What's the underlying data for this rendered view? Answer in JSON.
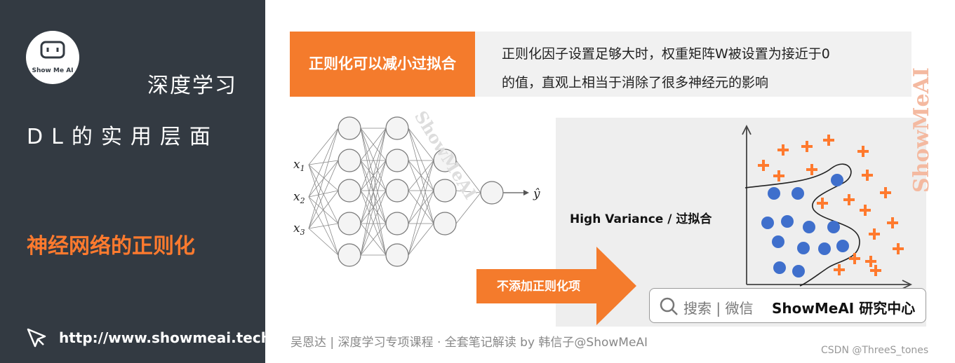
{
  "sidebar": {
    "logo_text": "Show Me AI",
    "title_line1": "深度学习",
    "title_line2": "DL的实用层面",
    "topic": "神经网络的正则化",
    "url": "http://www.showmeai.tech/"
  },
  "header": {
    "tag": "正则化可以减小过拟合",
    "desc_line1": "正则化因子设置足够大时，权重矩阵W被设置为接近于0",
    "desc_line2": "的值，直观上相当于消除了很多神经元的影响"
  },
  "network": {
    "inputs": [
      "x1",
      "x2",
      "x3"
    ],
    "output": "ŷ",
    "watermark": "ShowMeAI"
  },
  "arrow_label": "不添加正则化项",
  "plot": {
    "label": "High Variance / 过拟合"
  },
  "search": {
    "text": "搜索 | 微信",
    "brand": "ShowMeAI 研究中心"
  },
  "footer": {
    "credit": "吴恩达 | 深度学习专项课程 · 全套笔记解读  by 韩信子@ShowMeAI",
    "csdn": "CSDN @ThreeS_tones"
  },
  "watermark_vertical": "ShowMeAI",
  "colors": {
    "sidebar_bg": "#333a42",
    "accent_orange": "#f47b2c",
    "dot_blue": "#3f6fcc",
    "plus_orange": "#ff7a2e"
  }
}
